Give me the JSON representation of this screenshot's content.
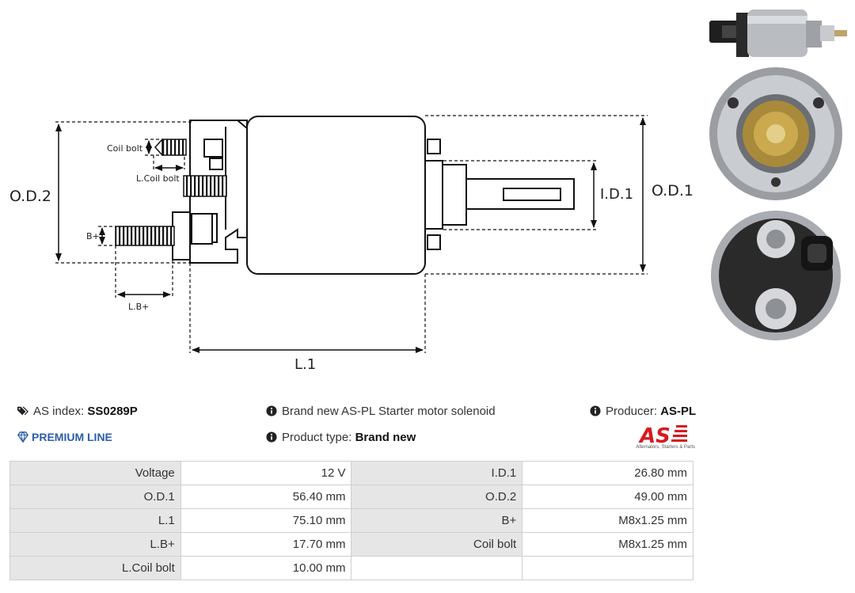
{
  "diagram": {
    "labels": {
      "od2": "O.D.2",
      "od1": "O.D.1",
      "id1": "I.D.1",
      "l1": "L.1",
      "coil_bolt": "Coil bolt",
      "l_coil_bolt": "L.Coil bolt",
      "b_plus": "B+",
      "l_b_plus": "L.B+"
    }
  },
  "info": {
    "as_index_label": "AS index:",
    "as_index_value": "SS0289P",
    "premium_line": "PREMIUM LINE",
    "description": "Brand new AS-PL Starter motor solenoid",
    "product_type_label": "Product type:",
    "product_type_value": "Brand new",
    "producer_label": "Producer:",
    "producer_value": "AS-PL",
    "logo_tagline": "Alternators, Starters & Parts"
  },
  "icons": [
    "tags-icon",
    "diamond-icon",
    "info-circle-icon"
  ],
  "colors": {
    "premium": "#2b5ea8",
    "logo_red": "#d71920",
    "label_bg": "#e6e6e6"
  },
  "specs": [
    [
      {
        "label": "Voltage",
        "value": "12 V"
      },
      {
        "label": "I.D.1",
        "value": "26.80 mm"
      }
    ],
    [
      {
        "label": "O.D.1",
        "value": "56.40 mm"
      },
      {
        "label": "O.D.2",
        "value": "49.00 mm"
      }
    ],
    [
      {
        "label": "L.1",
        "value": "75.10 mm"
      },
      {
        "label": "B+",
        "value": "M8x1.25 mm"
      }
    ],
    [
      {
        "label": "L.B+",
        "value": "17.70 mm"
      },
      {
        "label": "Coil bolt",
        "value": "M8x1.25 mm"
      }
    ],
    [
      {
        "label": "L.Coil bolt",
        "value": "10.00 mm"
      },
      {
        "label": "",
        "value": ""
      }
    ]
  ]
}
